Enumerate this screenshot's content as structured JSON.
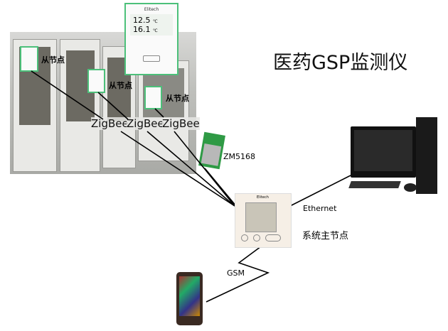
{
  "title": "医药GSP监测仪",
  "large_device": {
    "brand": "Elitech",
    "reading1": "12.5",
    "reading2": "16.1",
    "unit": "℃"
  },
  "slave_label": "从节点",
  "zigbee_labels": [
    "ZigBee",
    "ZigBee",
    "ZigBee"
  ],
  "module_label": "ZM5168",
  "master": {
    "brand": "Elitech",
    "label": "系统主节点"
  },
  "ethernet_label": "Ethernet",
  "gsm_label": "GSM",
  "colors": {
    "device_border": "#4cc07a",
    "line": "#000000"
  }
}
